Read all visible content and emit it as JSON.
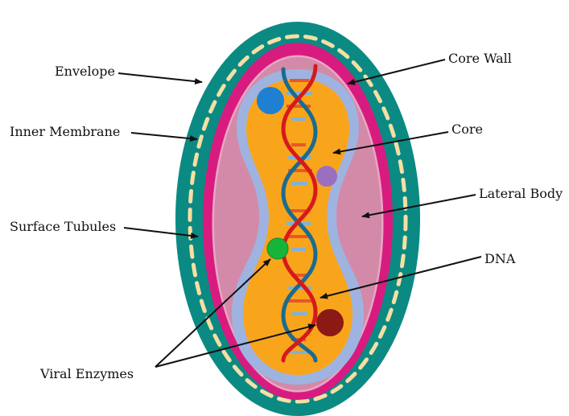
{
  "labels": {
    "envelope": "Envelope",
    "inner_membrane": "Inner Membrane",
    "surface_tubules": "Surface Tubules",
    "viral_enzymes": "Viral Enzymes",
    "core_wall": "Core Wall",
    "core": "Core",
    "lateral_body": "Lateral Body",
    "dna": "DNA"
  },
  "colors": {
    "envelope": "#0b8a83",
    "inner_membrane": "#d81b7f",
    "lateral_body": "#d38aa8",
    "core_wall": "#9fb3e0",
    "core": "#f8a51c",
    "tubules": "#f6dfa3",
    "dna_strand_red": "#d7191c",
    "dna_strand_blue": "#1c6b8f",
    "enzyme_blue": "#1f7fd0",
    "enzyme_purple": "#9b6fbf",
    "enzyme_green": "#16b53a",
    "enzyme_maroon": "#8b1a14"
  }
}
